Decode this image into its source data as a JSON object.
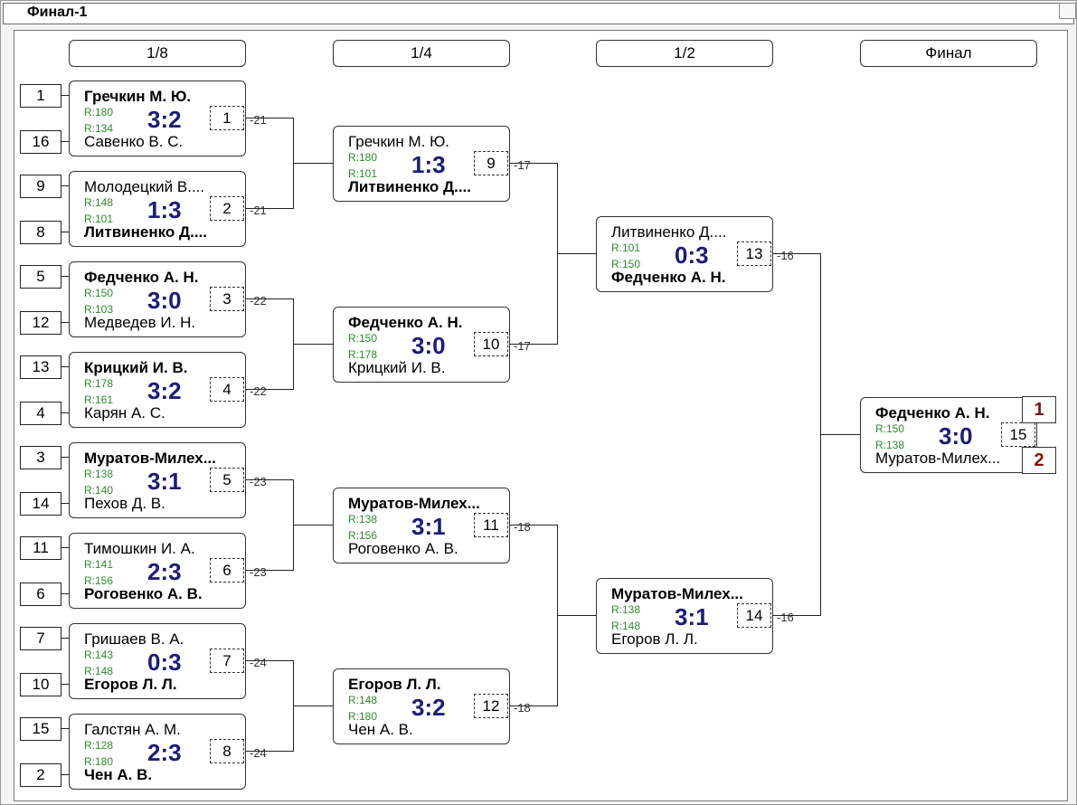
{
  "title": "Финал-1",
  "rounds": [
    "1/8",
    "1/4",
    "1/2",
    "Финал"
  ],
  "seeds": [
    "1",
    "16",
    "9",
    "8",
    "5",
    "12",
    "13",
    "4",
    "3",
    "14",
    "11",
    "6",
    "7",
    "10",
    "15",
    "2"
  ],
  "matches": [
    {
      "p1": "Гречкин М. Ю.",
      "p2": "Савенко В. С.",
      "r1": "R:180",
      "r2": "R:134",
      "score": "3:2",
      "num": "1",
      "loser": "-21",
      "winner": 1
    },
    {
      "p1": "Молодецкий В....",
      "p2": "Литвиненко Д....",
      "r1": "R:148",
      "r2": "R:101",
      "score": "1:3",
      "num": "2",
      "loser": "-21",
      "winner": 2
    },
    {
      "p1": "Федченко А. Н.",
      "p2": "Медведев И. Н.",
      "r1": "R:150",
      "r2": "R:103",
      "score": "3:0",
      "num": "3",
      "loser": "-22",
      "winner": 1
    },
    {
      "p1": "Крицкий И. В.",
      "p2": "Карян А. С.",
      "r1": "R:178",
      "r2": "R:161",
      "score": "3:2",
      "num": "4",
      "loser": "-22",
      "winner": 1
    },
    {
      "p1": "Муратов-Милех...",
      "p2": "Пехов Д. В.",
      "r1": "R:138",
      "r2": "R:140",
      "score": "3:1",
      "num": "5",
      "loser": "-23",
      "winner": 1
    },
    {
      "p1": "Тимошкин И. А.",
      "p2": "Роговенко А. В.",
      "r1": "R:141",
      "r2": "R:156",
      "score": "2:3",
      "num": "6",
      "loser": "-23",
      "winner": 2
    },
    {
      "p1": "Гришаев В. А.",
      "p2": "Егоров Л. Л.",
      "r1": "R:143",
      "r2": "R:148",
      "score": "0:3",
      "num": "7",
      "loser": "-24",
      "winner": 2
    },
    {
      "p1": "Галстян А. М.",
      "p2": "Чен А. В.",
      "r1": "R:128",
      "r2": "R:180",
      "score": "2:3",
      "num": "8",
      "loser": "-24",
      "winner": 2
    },
    {
      "p1": "Гречкин М. Ю.",
      "p2": "Литвиненко Д....",
      "r1": "R:180",
      "r2": "R:101",
      "score": "1:3",
      "num": "9",
      "loser": "-17",
      "winner": 2
    },
    {
      "p1": "Федченко А. Н.",
      "p2": "Крицкий И. В.",
      "r1": "R:150",
      "r2": "R:178",
      "score": "3:0",
      "num": "10",
      "loser": "-17",
      "winner": 1
    },
    {
      "p1": "Муратов-Милех...",
      "p2": "Роговенко А. В.",
      "r1": "R:138",
      "r2": "R:156",
      "score": "3:1",
      "num": "11",
      "loser": "-18",
      "winner": 1
    },
    {
      "p1": "Егоров Л. Л.",
      "p2": "Чен А. В.",
      "r1": "R:148",
      "r2": "R:180",
      "score": "3:2",
      "num": "12",
      "loser": "-18",
      "winner": 1
    },
    {
      "p1": "Литвиненко Д....",
      "p2": "Федченко А. Н.",
      "r1": "R:101",
      "r2": "R:150",
      "score": "0:3",
      "num": "13",
      "loser": "-16",
      "winner": 2
    },
    {
      "p1": "Муратов-Милех...",
      "p2": "Егоров Л. Л.",
      "r1": "R:138",
      "r2": "R:148",
      "score": "3:1",
      "num": "14",
      "loser": "-16",
      "winner": 1
    },
    {
      "p1": "Федченко А. Н.",
      "p2": "Муратов-Милех...",
      "r1": "R:150",
      "r2": "R:138",
      "score": "3:0",
      "num": "15",
      "loser": "",
      "winner": 1
    }
  ],
  "places": [
    "1",
    "2"
  ]
}
